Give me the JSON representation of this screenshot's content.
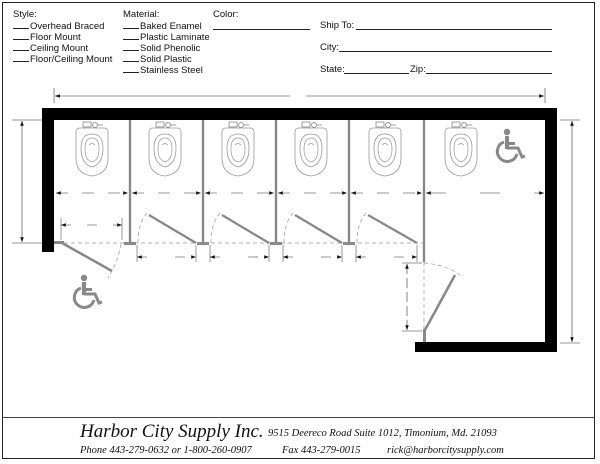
{
  "form": {
    "style_label": "Style:",
    "style_options": [
      "Overhead Braced",
      "Floor Mount",
      "Ceiling Mount",
      "Floor/Ceiling Mount"
    ],
    "material_label": "Material:",
    "material_options": [
      "Baked Enamel",
      "Plastic Laminate",
      "Solid Phenolic",
      "Solid Plastic",
      "Stainless Steel"
    ],
    "color_label": "Color:",
    "ship_to_label": "Ship To:",
    "city_label": "City:",
    "state_label": "State:",
    "zip_label": "Zip:"
  },
  "diagram": {
    "stall_count": 6,
    "accessible_stalls": 2,
    "wall_color": "#000000",
    "partition_color": "#888888",
    "icons": [
      "toilet-icon",
      "wheelchair-icon"
    ]
  },
  "footer": {
    "company": "Harbor City Supply Inc.",
    "address": "9515 Deereco Road  Suite 1012,  Timonium, Md.  21093",
    "phone": "Phone 443-279-0632 or 1-800-260-0907",
    "fax": "Fax 443-279-0015",
    "email": "rick@harborcitysupply.com"
  }
}
